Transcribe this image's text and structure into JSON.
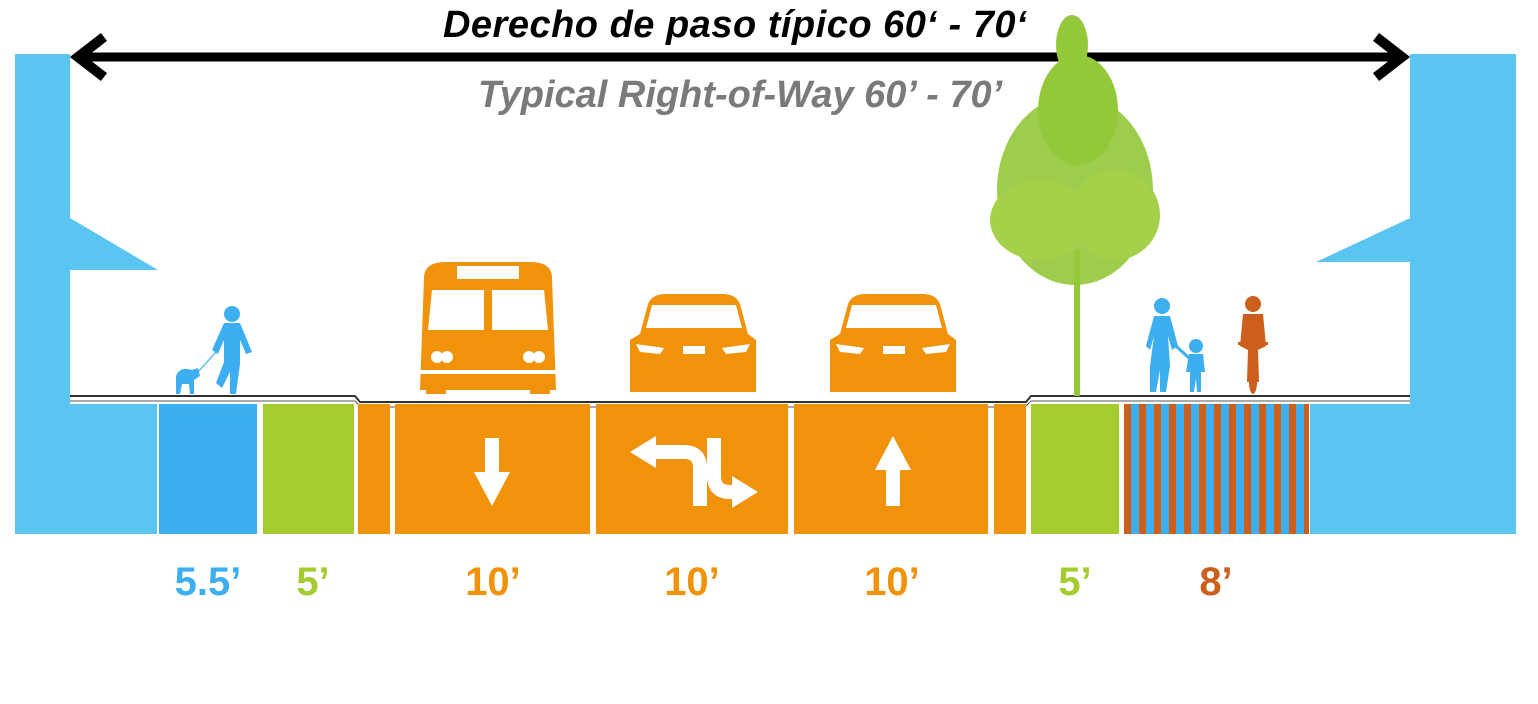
{
  "title": {
    "spanish": "Derecho de paso típico 60‘ - 70‘",
    "english": "Typical Right-of-Way 60’ - 70’"
  },
  "segments": [
    {
      "name": "sidewalk-left",
      "width_label": "5.5’",
      "color": "#3daef0"
    },
    {
      "name": "planting-left",
      "width_label": "5’",
      "color": "#a4cc2e"
    },
    {
      "name": "travel-lane-southbound",
      "width_label": "10’",
      "color": "#f0930a",
      "arrow": "down-arrow-icon"
    },
    {
      "name": "center-turn-lane",
      "width_label": "10’",
      "color": "#f0930a",
      "arrow": "two-way-left-turn-icon"
    },
    {
      "name": "travel-lane-northbound",
      "width_label": "10’",
      "color": "#f0930a",
      "arrow": "up-arrow-icon"
    },
    {
      "name": "planting-right",
      "width_label": "5’",
      "color": "#a4cc2e"
    },
    {
      "name": "shared-use-path",
      "width_label": "8’",
      "color": "#cc5f1b"
    }
  ],
  "colors": {
    "building": "#5bc5f2",
    "pedestrian": "#3daef0",
    "vehicle": "#f0930a",
    "tree": "#93c83a",
    "cyclist": "#cc5f1b",
    "shared_path_stripe_blue": "#3daef0",
    "shared_path_stripe_orange": "#cc5f1b"
  },
  "icons": [
    "double-headed-arrow-icon",
    "pedestrian-with-dog-icon",
    "bus-icon",
    "car-icon",
    "street-tree-icon",
    "adult-with-child-icon",
    "cyclist-icon"
  ]
}
